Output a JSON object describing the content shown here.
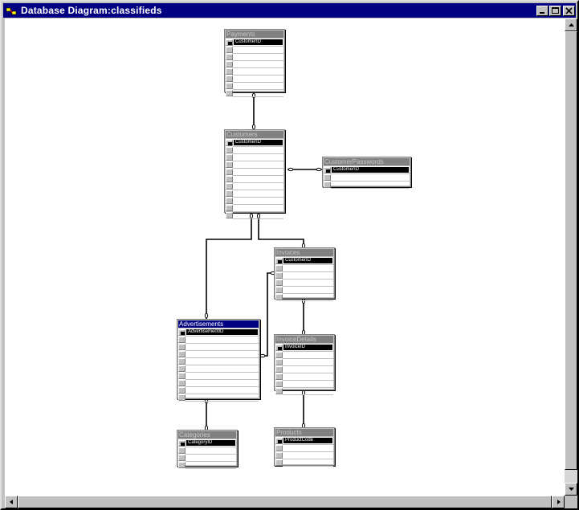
{
  "window": {
    "title": "Database Diagram:classifieds"
  },
  "tables": [
    {
      "name": "Payments",
      "key_column": "CustomerID",
      "active": false
    },
    {
      "name": "Customers",
      "key_column": "CustomerID",
      "active": false
    },
    {
      "name": "CustomerPasswords",
      "key_column": "CustomerID",
      "active": false
    },
    {
      "name": "Invoices",
      "key_column": "CustomerID",
      "active": false
    },
    {
      "name": "Advertisements",
      "key_column": "AdvertisementID",
      "active": true
    },
    {
      "name": "InvoiceDetails",
      "key_column": "InvoiceID",
      "active": false
    },
    {
      "name": "Categories",
      "key_column": "CategoryID",
      "active": false
    },
    {
      "name": "Products",
      "key_column": "ProductCode",
      "active": false
    }
  ]
}
